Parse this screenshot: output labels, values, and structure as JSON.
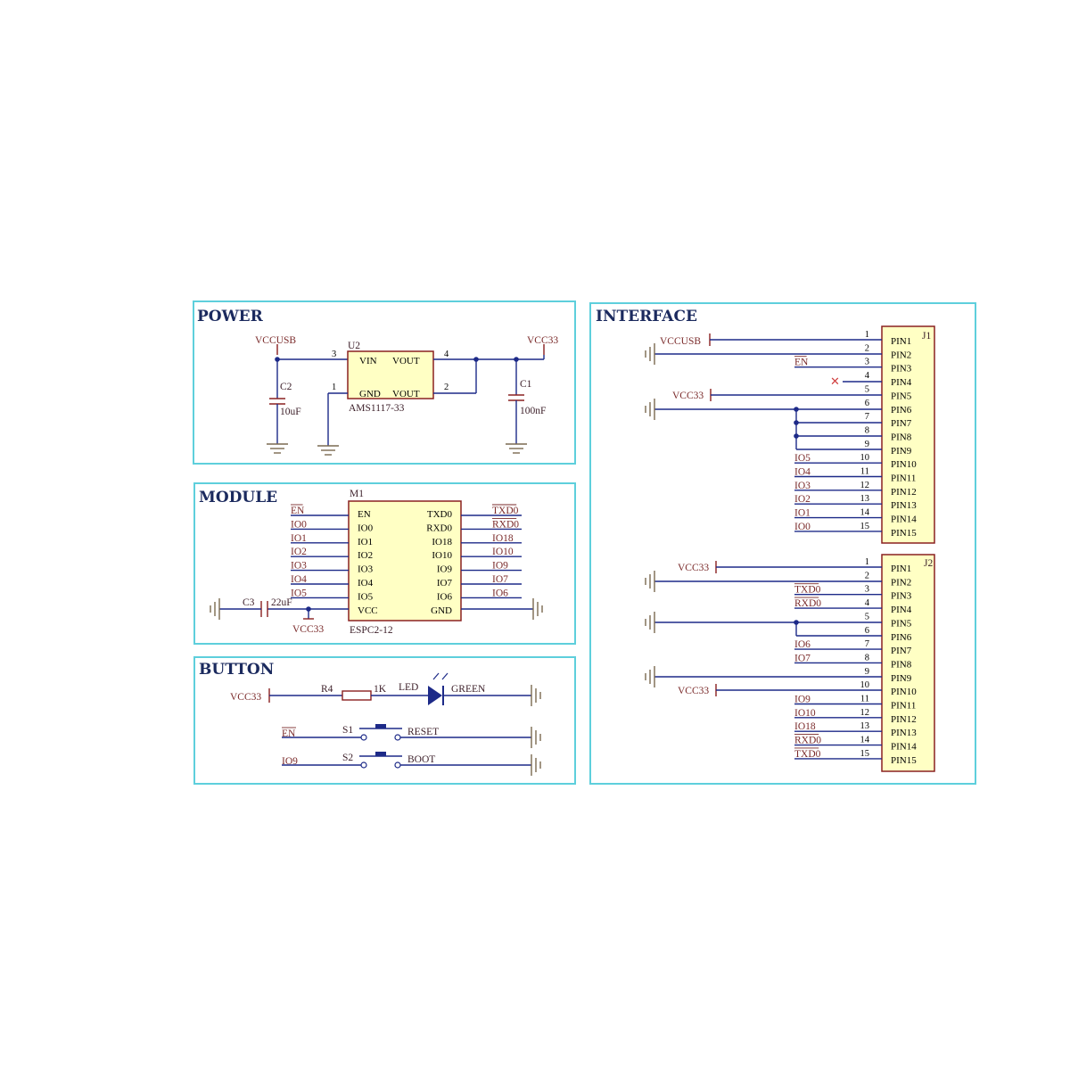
{
  "panels": {
    "power": "POWER",
    "module": "MODULE",
    "button": "BUTTON",
    "interface": "INTERFACE"
  },
  "power": {
    "vccusb": "VCCUSB",
    "vcc33": "VCC33",
    "u2": "U2",
    "u2_part": "AMS1117-33",
    "vin": "VIN",
    "vout": "VOUT",
    "gnd": "GND",
    "vout2": "VOUT",
    "p3": "3",
    "p4": "4",
    "p1": "1",
    "p2": "2",
    "c2": "C2",
    "c2_val": "10uF",
    "c1": "C1",
    "c1_val": "100nF"
  },
  "module": {
    "m1": "M1",
    "part": "ESPC2-12",
    "left_pins": [
      "EN",
      "IO0",
      "IO1",
      "IO2",
      "IO3",
      "IO4",
      "IO5",
      "VCC"
    ],
    "right_pins": [
      "TXD0",
      "RXD0",
      "IO18",
      "IO10",
      "IO9",
      "IO7",
      "IO6",
      "GND"
    ],
    "left_nets": [
      "EN",
      "IO0",
      "IO1",
      "IO2",
      "IO3",
      "IO4",
      "IO5"
    ],
    "right_nets": [
      "TXD0",
      "RXD0",
      "IO18",
      "IO10",
      "IO9",
      "IO7",
      "IO6"
    ],
    "c3": "C3",
    "c3_val": "22uF",
    "vcc33": "VCC33"
  },
  "button": {
    "vcc33": "VCC33",
    "r4": "R4",
    "r4_val": "1K",
    "led": "LED",
    "led_color": "GREEN",
    "en": "EN",
    "s1": "S1",
    "reset": "RESET",
    "io9": "IO9",
    "s2": "S2",
    "boot": "BOOT"
  },
  "interface": {
    "j1": "J1",
    "j2": "J2",
    "vccusb": "VCCUSB",
    "vcc33": "VCC33",
    "pin_labels": [
      "PIN1",
      "PIN2",
      "PIN3",
      "PIN4",
      "PIN5",
      "PIN6",
      "PIN7",
      "PIN8",
      "PIN9",
      "PIN10",
      "PIN11",
      "PIN12",
      "PIN13",
      "PIN14",
      "PIN15"
    ],
    "pin_numbers": [
      "1",
      "2",
      "3",
      "4",
      "5",
      "6",
      "7",
      "8",
      "9",
      "10",
      "11",
      "12",
      "13",
      "14",
      "15"
    ],
    "j1_nets": {
      "3": "EN",
      "10": "IO5",
      "11": "IO4",
      "12": "IO3",
      "13": "IO2",
      "14": "IO1",
      "15": "IO0"
    },
    "j2_nets": {
      "3": "TXD0",
      "4": "RXD0",
      "7": "IO6",
      "8": "IO7",
      "11": "IO9",
      "12": "IO10",
      "13": "IO18",
      "14": "RXD0",
      "15": "TXD0"
    }
  }
}
